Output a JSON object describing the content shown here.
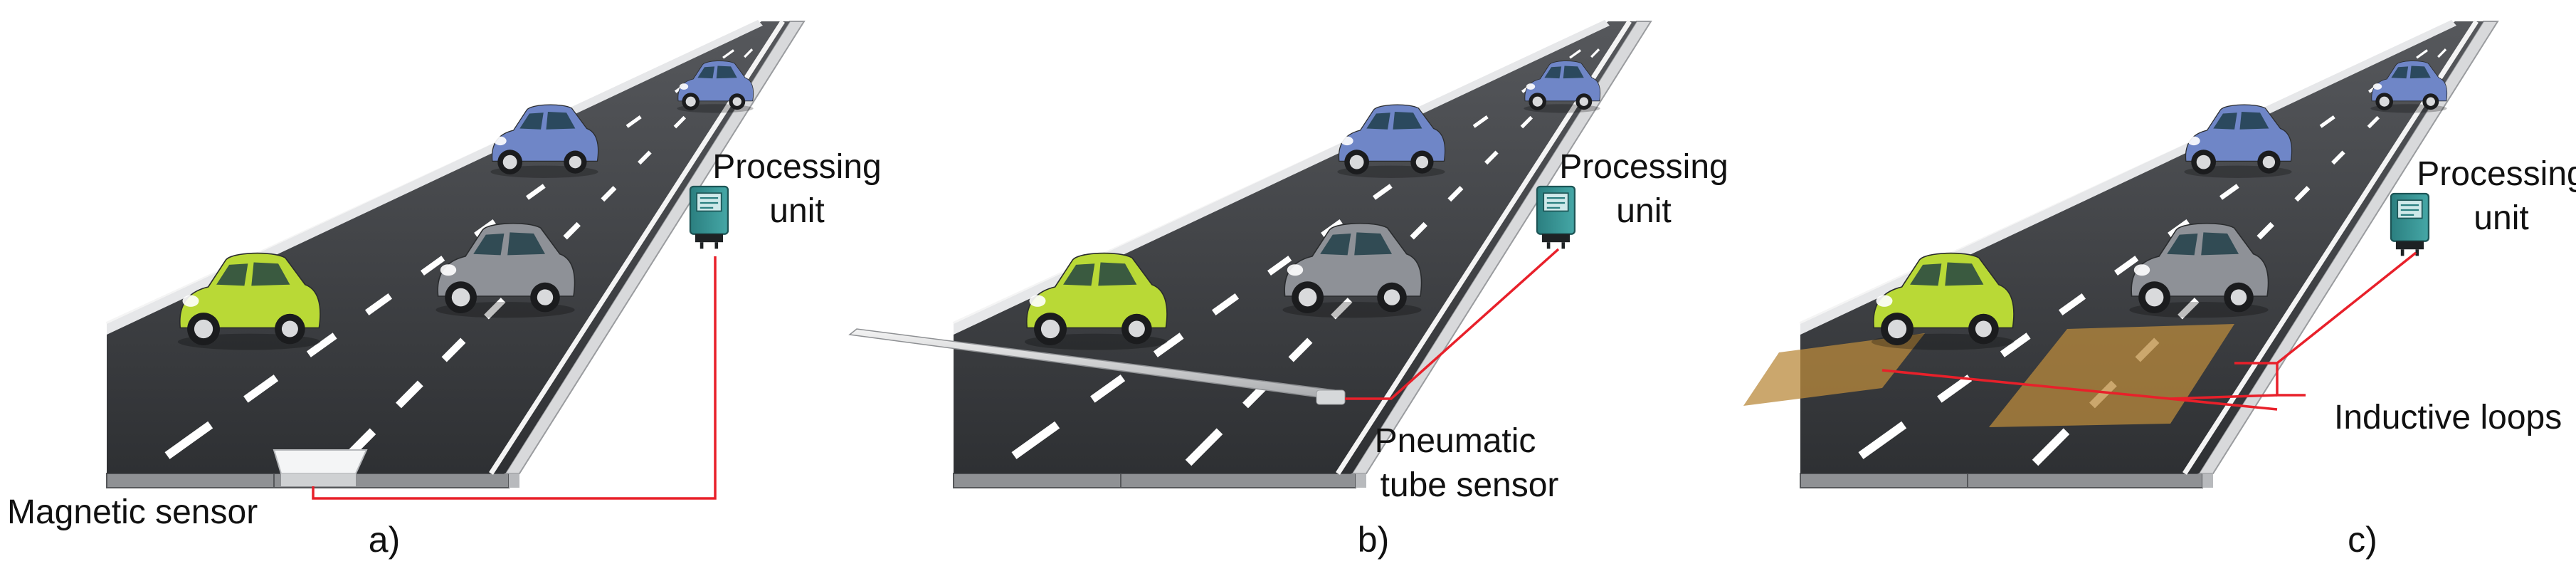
{
  "panels": [
    {
      "id": "a",
      "caption": "a)",
      "processing_label": [
        "Processing",
        "unit"
      ],
      "sensor_label": [
        "Magnetic sensor"
      ],
      "sensor_kind": "magnetic"
    },
    {
      "id": "b",
      "caption": "b)",
      "processing_label": [
        "Processing",
        "unit"
      ],
      "sensor_label": [
        "Pneumatic",
        "tube sensor"
      ],
      "sensor_kind": "pneumatic"
    },
    {
      "id": "c",
      "caption": "c)",
      "processing_label": [
        "Processing",
        "unit"
      ],
      "sensor_label": [
        "Inductive loops"
      ],
      "sensor_kind": "inductive"
    }
  ],
  "icons": {
    "cars": [
      "green-car-icon",
      "grey-car-icon",
      "blue-car-icon",
      "small-blue-car-icon"
    ],
    "unit": "processing-unit-icon"
  },
  "colors": {
    "road": "#3d3f42",
    "road_edge": "#f4f4f4",
    "lane_mark": "#ffffff",
    "wire": "#e8202a",
    "green_car": "#b9d936",
    "grey_car": "#8e9197",
    "blue_car": "#6f86c7",
    "unit_body": "#2f8d8e",
    "loop": "#b98a3c"
  }
}
